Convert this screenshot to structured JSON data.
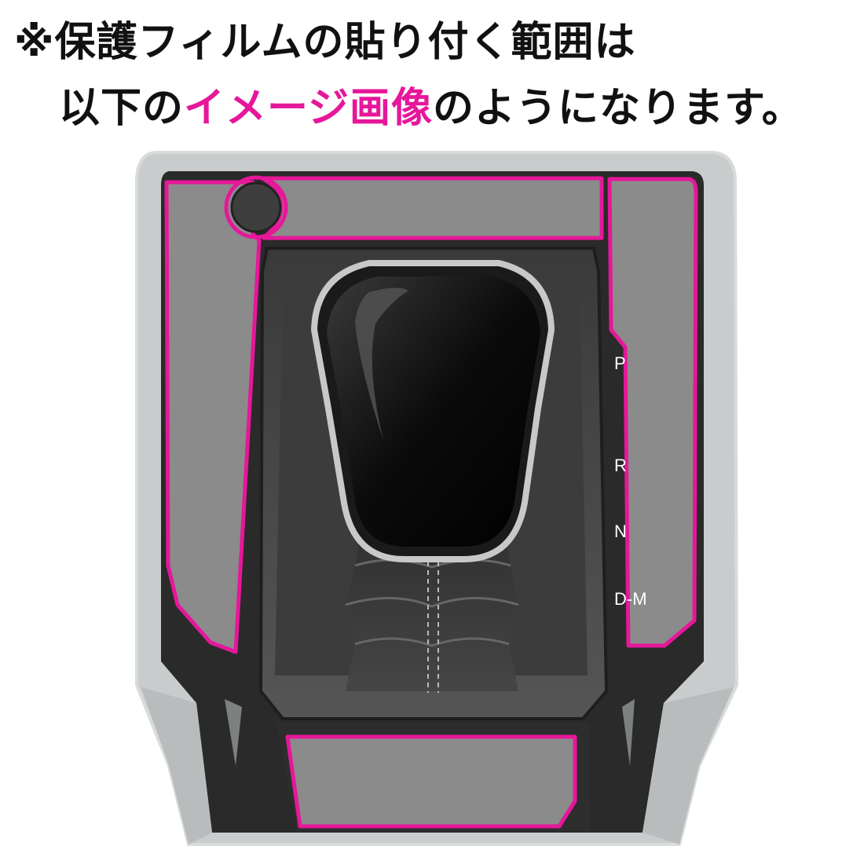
{
  "caption": {
    "line1": "※保護フィルムの貼り付く範囲は",
    "line2_prefix": "以下の",
    "line2_highlight": "イメージ画像",
    "line2_suffix": "のようになります。"
  },
  "gear_positions": [
    "P",
    "R",
    "N",
    "D-M"
  ],
  "colors": {
    "highlight": "#e6179a",
    "film_outline": "#e6179a",
    "panel_gray": "#8c8c8c",
    "frame_dark": "#2b2b2b",
    "outer_silver": "#c9c9c9",
    "text": "#111111"
  }
}
